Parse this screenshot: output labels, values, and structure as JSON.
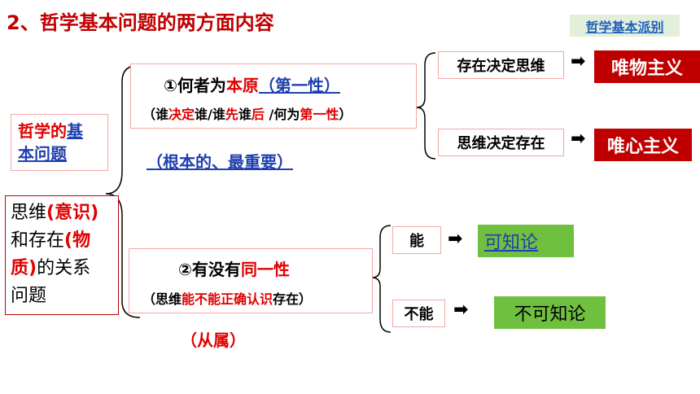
{
  "title": "2、哲学基本问题的两方面内容",
  "section_tag": "哲学基本派别",
  "basic_question": {
    "prefix": "哲学的",
    "highlight": "基",
    "rest": "本问题"
  },
  "relation": {
    "line1_a": "思维",
    "line1_b": "(意识)",
    "line2_a": "和存在",
    "line2_b": "(物",
    "line3_a": "质)",
    "line3_b": "的关系",
    "line4": "问题"
  },
  "aspect1": {
    "num": "①何者为",
    "key": "本原",
    "paren": "（第一性）",
    "desc": [
      "（谁",
      "决定",
      "谁/谁",
      "先",
      "谁",
      "后",
      " /何为",
      "第一性",
      "）"
    ],
    "note": "（根本的、最重要）"
  },
  "aspect2": {
    "num": "②有没有",
    "key": "同一性",
    "desc_a": "（思维",
    "desc_b": "能不能正确认识",
    "desc_c": "存在）",
    "note": "（从属）"
  },
  "schools": {
    "left1": "存在决定思维",
    "result1": "唯物主义",
    "left2": "思维决定存在",
    "result2": "唯心主义",
    "left3": "能",
    "result3": "可知论",
    "left4": "不能",
    "result4": "不可知论"
  },
  "arrow_glyph": "➡"
}
